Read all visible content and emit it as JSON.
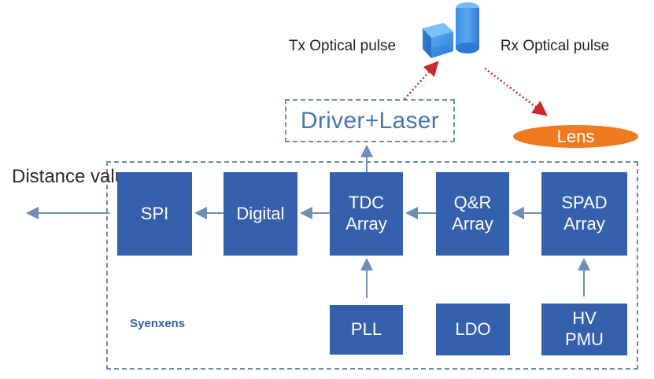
{
  "texts": {
    "tx_label": "Tx\nOptical pulse",
    "rx_label": "Rx\nOptical pulse",
    "distance_label": "Distance\nvalue",
    "driver_laser": "Driver+Laser",
    "lens": "Lens",
    "brand": "Syenxens"
  },
  "blocks": {
    "spi": "SPI",
    "digital": "Digital",
    "tdc_array": "TDC\nArray",
    "qr_array": "Q&R\nArray",
    "spad_array": "SPAD\nArray",
    "pll": "PLL",
    "ldo": "LDO",
    "hv_pmu": "HV\nPMU"
  },
  "colors": {
    "block_blue": "#3560ad",
    "dashed_blue": "#6a8bb0",
    "driver_text_blue": "#4a77ad",
    "lens_orange": "#f07a1f",
    "arrow_gray_blue": "#6d8fb4",
    "pulse_red": "#c82b2b",
    "cube_blue": "#3b8fe3",
    "cylinder_blue": "#4a9be8"
  },
  "icons": {
    "target": "3d-objects-icon",
    "arrow": "arrow-icon",
    "pulse": "dotted-arrow-icon"
  }
}
